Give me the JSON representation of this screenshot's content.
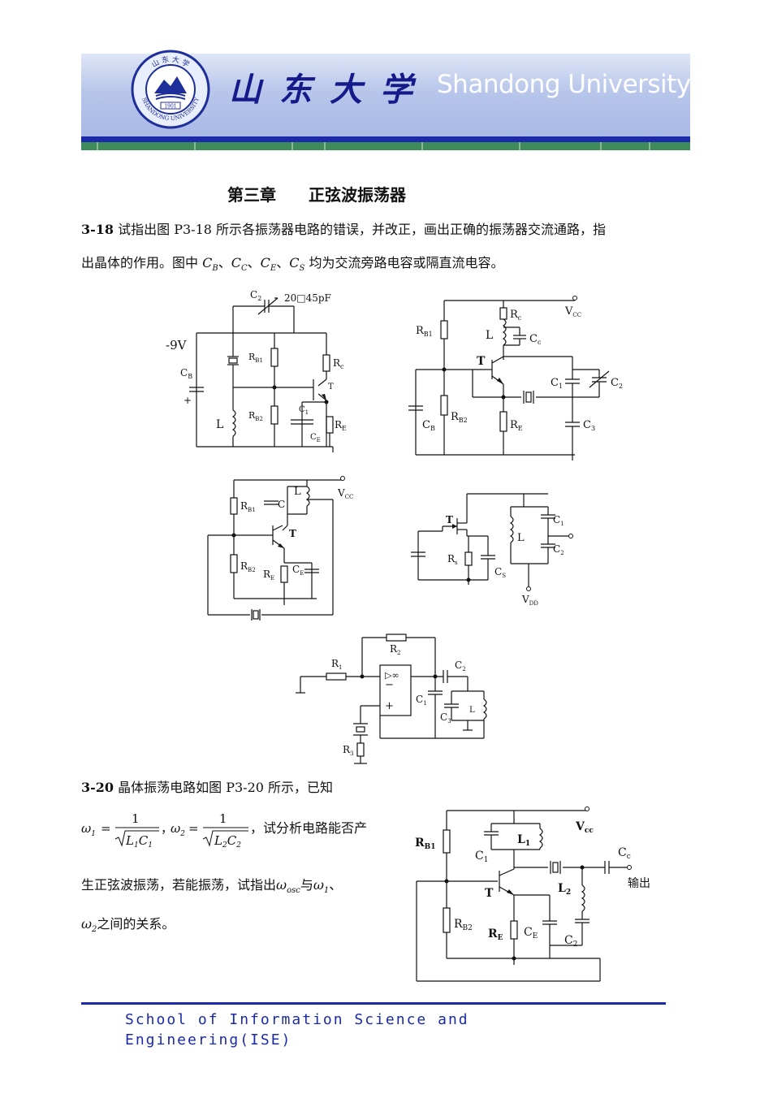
{
  "header": {
    "seal_top": "山 东 大 学",
    "seal_bottom": "SHANDONG UNIVERSITY",
    "seal_year": "1901",
    "cn_name": "山东大学",
    "en_name": "Shandong University"
  },
  "chapter_title": "第三章　　正弦波振荡器",
  "problem_3_18": {
    "number": "3-18",
    "line1": "试指出图 P3-18 所示各振荡器电路的错误，并改正，画出正确的振荡器交流通路，指",
    "line2_pre": "出晶体的作用。图中",
    "caps": [
      "C",
      "B",
      "C",
      "C",
      "C",
      "E",
      "C",
      "S"
    ],
    "line2_post": "均为交流旁路电容或隔直流电容。"
  },
  "circuit_labels": {
    "c1": {
      "cap": "C",
      "cap_sub": "2",
      "value": "20□45pF",
      "supply": "-9V",
      "cb": "C",
      "cb_sub": "B",
      "plus": "+",
      "rb1": "R",
      "rb1_sub": "B1",
      "rb2": "R",
      "rb2_sub": "B2",
      "rc": "R",
      "rc_sub": "c",
      "l": "L",
      "t": "T",
      "c1": "C",
      "c1_sub": "1",
      "ce": "C",
      "ce_sub": "E",
      "re": "R",
      "re_sub": "E"
    },
    "c2": {
      "rb1": "R",
      "rb1_sub": "B1",
      "rc": "R",
      "rc_sub": "c",
      "vcc": "V",
      "vcc_sub": "CC",
      "l": "L",
      "cc": "C",
      "cc_sub": "c",
      "t": "T",
      "c1": "C",
      "c1_sub": "1",
      "c2": "C",
      "c2_sub": "2",
      "cb": "C",
      "cb_sub": "B",
      "rb2": "R",
      "rb2_sub": "B2",
      "re": "R",
      "re_sub": "E",
      "c3": "C",
      "c3_sub": "3"
    },
    "c3": {
      "l": "L",
      "vcc": "V",
      "vcc_sub": "CC",
      "rb1": "R",
      "rb1_sub": "B1",
      "c": "C",
      "t": "T",
      "rb2": "R",
      "rb2_sub": "B2",
      "re": "R",
      "re_sub": "E",
      "ce": "C",
      "ce_sub": "E"
    },
    "c4": {
      "t": "T",
      "c1": "C",
      "c1_sub": "1",
      "l": "L",
      "c2": "C",
      "c2_sub": "2",
      "rs": "R",
      "rs_sub": "s",
      "cs": "C",
      "cs_sub": "S",
      "vdd": "V",
      "vdd_sub": "DD"
    },
    "c5": {
      "r2": "R",
      "r2_sub": "2",
      "r1": "R",
      "r1_sub": "1",
      "inf": "▷∞",
      "minus": "−",
      "plus": "+",
      "c2": "C",
      "c2_sub": "2",
      "c1": "C",
      "c1_sub": "1",
      "l": "L",
      "c3": "C",
      "c3_sub": "3",
      "r3": "R",
      "r3_sub": "3"
    },
    "c6": {
      "rb1": "R",
      "rb1_sub": "B1",
      "vcc": "V",
      "vcc_sub": "cc",
      "l1": "L",
      "l1_sub": "1",
      "c1": "C",
      "c1_sub": "1",
      "cc": "C",
      "cc_sub": "c",
      "t": "T",
      "l2": "L",
      "l2_sub": "2",
      "out": "输出",
      "rb2": "R",
      "rb2_sub": "B2",
      "re": "R",
      "re_sub": "E",
      "ce": "C",
      "ce_sub": "E",
      "c2": "C",
      "c2_sub": "2"
    }
  },
  "problem_3_20": {
    "number": "3-20",
    "line1": "晶体振荡电路如图 P3-20 所示，已知",
    "w1": "ω",
    "w1_sub": "1",
    "eq": "=",
    "one": "1",
    "l1c1": "L",
    "l1c1_a": "1",
    "l1c1_c": "C",
    "l1c1_b": "1",
    "comma": "，",
    "w2": "ω",
    "w2_sub": "2",
    "l2c2": "L",
    "l2c2_a": "2",
    "l2c2_c": "C",
    "l2c2_b": "2",
    "line2_post": "，试分析电路能否产",
    "line3_pre": "生正弦波振荡，若能振荡，试指出",
    "wosc": "ω",
    "wosc_sub": "osc",
    "yu": "与",
    "w1b": "ω",
    "w1b_sub": "1",
    "dun": "、",
    "line4_post": "之间的关系。",
    "w2b": "ω",
    "w2b_sub": "2"
  },
  "footer": {
    "line1": "School of Information Science and",
    "line2": "Engineering(ISE)"
  }
}
